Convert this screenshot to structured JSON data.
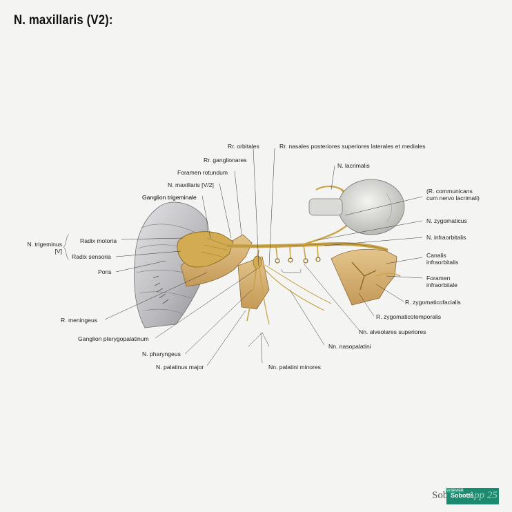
{
  "title": "N. maxillaris (V2):",
  "labels": {
    "rr_orbitales": "Rr. orbitales",
    "rr_nasales": "Rr. nasales posteriores superiores laterales et mediales",
    "rr_ganglionares": "Rr. ganglionares",
    "n_lacrimalis": "N. lacrimalis",
    "foramen_rotundum": "Foramen rotundum",
    "n_maxillaris": "N. maxillaris [V/2]",
    "ganglion_trigeminale": "Ganglion trigeminale",
    "r_communicans": "(R. communicans\ncum nervo lacrimali)",
    "n_zygomaticus": "N. zygomaticus",
    "n_trigeminus": "N. trigeminus\n[V]",
    "radix_motoria": "Radix motoria",
    "n_infraorbitalis": "N. infraorbitalis",
    "radix_sensoria": "Radix sensoria",
    "canalis_infraorbitalis": "Canalis\ninfraorbitalis",
    "pons": "Pons",
    "foramen_infraorbitale": "Foramen\ninfraorbitale",
    "r_zygomaticofacialis": "R. zygomaticofacialis",
    "r_meningeus": "R. meningeus",
    "r_zygomaticotemporalis": "R. zygomaticotemporalis",
    "nn_alveolares": "Nn. alveolares superiores",
    "ganglion_pterygopalatinum": "Ganglion pterygopalatinum",
    "nn_nasopalatini": "Nn. nasopalatini",
    "n_pharyngeus": "N. pharyngeus",
    "n_palatinus_major": "N. palatinus major",
    "nn_palatini_minores": "Nn. palatini minores"
  },
  "logo": {
    "brand": "Sobotta",
    "publisher": "ELSEVIER",
    "app_label": "Sobotta",
    "version": "App 25"
  },
  "colors": {
    "nerve": "#c9a34a",
    "nerve_dark": "#9a7524",
    "bone": "#d8b77e",
    "brainstem": "#c9c9cc",
    "eyeball": "#dcdcd8",
    "badge": "#1c8a6e"
  }
}
